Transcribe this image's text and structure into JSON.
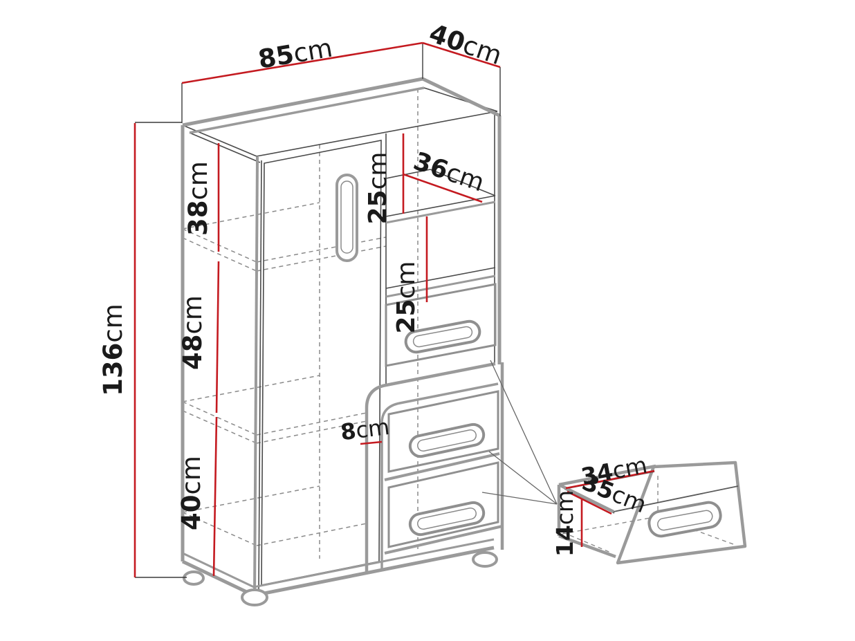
{
  "diagram": {
    "type": "furniture-technical-drawing",
    "subject": "cabinet-with-door-shelves-and-drawers",
    "colors": {
      "dimension_line": "#c41a20",
      "outline_thick": "#9a9a9a",
      "outline_thin": "#4a4a4a",
      "dashed_line": "#8a8a8a",
      "text": "#1a1a1a",
      "background": "#ffffff"
    },
    "dimensions": {
      "width": {
        "num": "85",
        "unit": "cm"
      },
      "depth": {
        "num": "40",
        "unit": "cm"
      },
      "height": {
        "num": "136",
        "unit": "cm"
      },
      "section_top": {
        "num": "38",
        "unit": "cm"
      },
      "section_middle": {
        "num": "48",
        "unit": "cm"
      },
      "section_bottom": {
        "num": "40",
        "unit": "cm"
      },
      "gap_upper": {
        "num": "25",
        "unit": "cm"
      },
      "shelf_depth": {
        "num": "36",
        "unit": "cm"
      },
      "gap_lower": {
        "num": "25",
        "unit": "cm"
      },
      "edge_offset": {
        "num": "8",
        "unit": "cm"
      },
      "drawer_width": {
        "num": "34",
        "unit": "cm"
      },
      "drawer_depth": {
        "num": "35",
        "unit": "cm"
      },
      "drawer_height": {
        "num": "14",
        "unit": "cm"
      }
    }
  }
}
